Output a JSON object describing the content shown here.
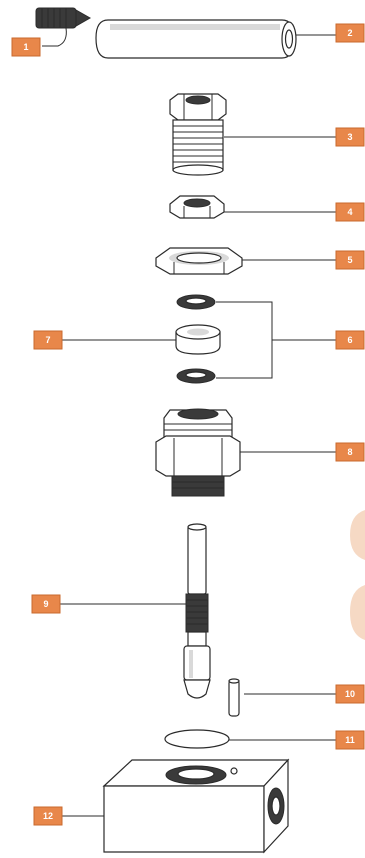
{
  "diagram": {
    "accent_color": "#e8874a",
    "parts": [
      {
        "id": "1",
        "label": "1"
      },
      {
        "id": "2",
        "label": "2"
      },
      {
        "id": "3",
        "label": "3"
      },
      {
        "id": "4",
        "label": "4"
      },
      {
        "id": "5",
        "label": "5"
      },
      {
        "id": "6",
        "label": "6"
      },
      {
        "id": "7",
        "label": "7"
      },
      {
        "id": "8",
        "label": "8"
      },
      {
        "id": "9",
        "label": "9"
      },
      {
        "id": "10",
        "label": "10"
      },
      {
        "id": "11",
        "label": "11"
      },
      {
        "id": "12",
        "label": "12"
      }
    ]
  }
}
